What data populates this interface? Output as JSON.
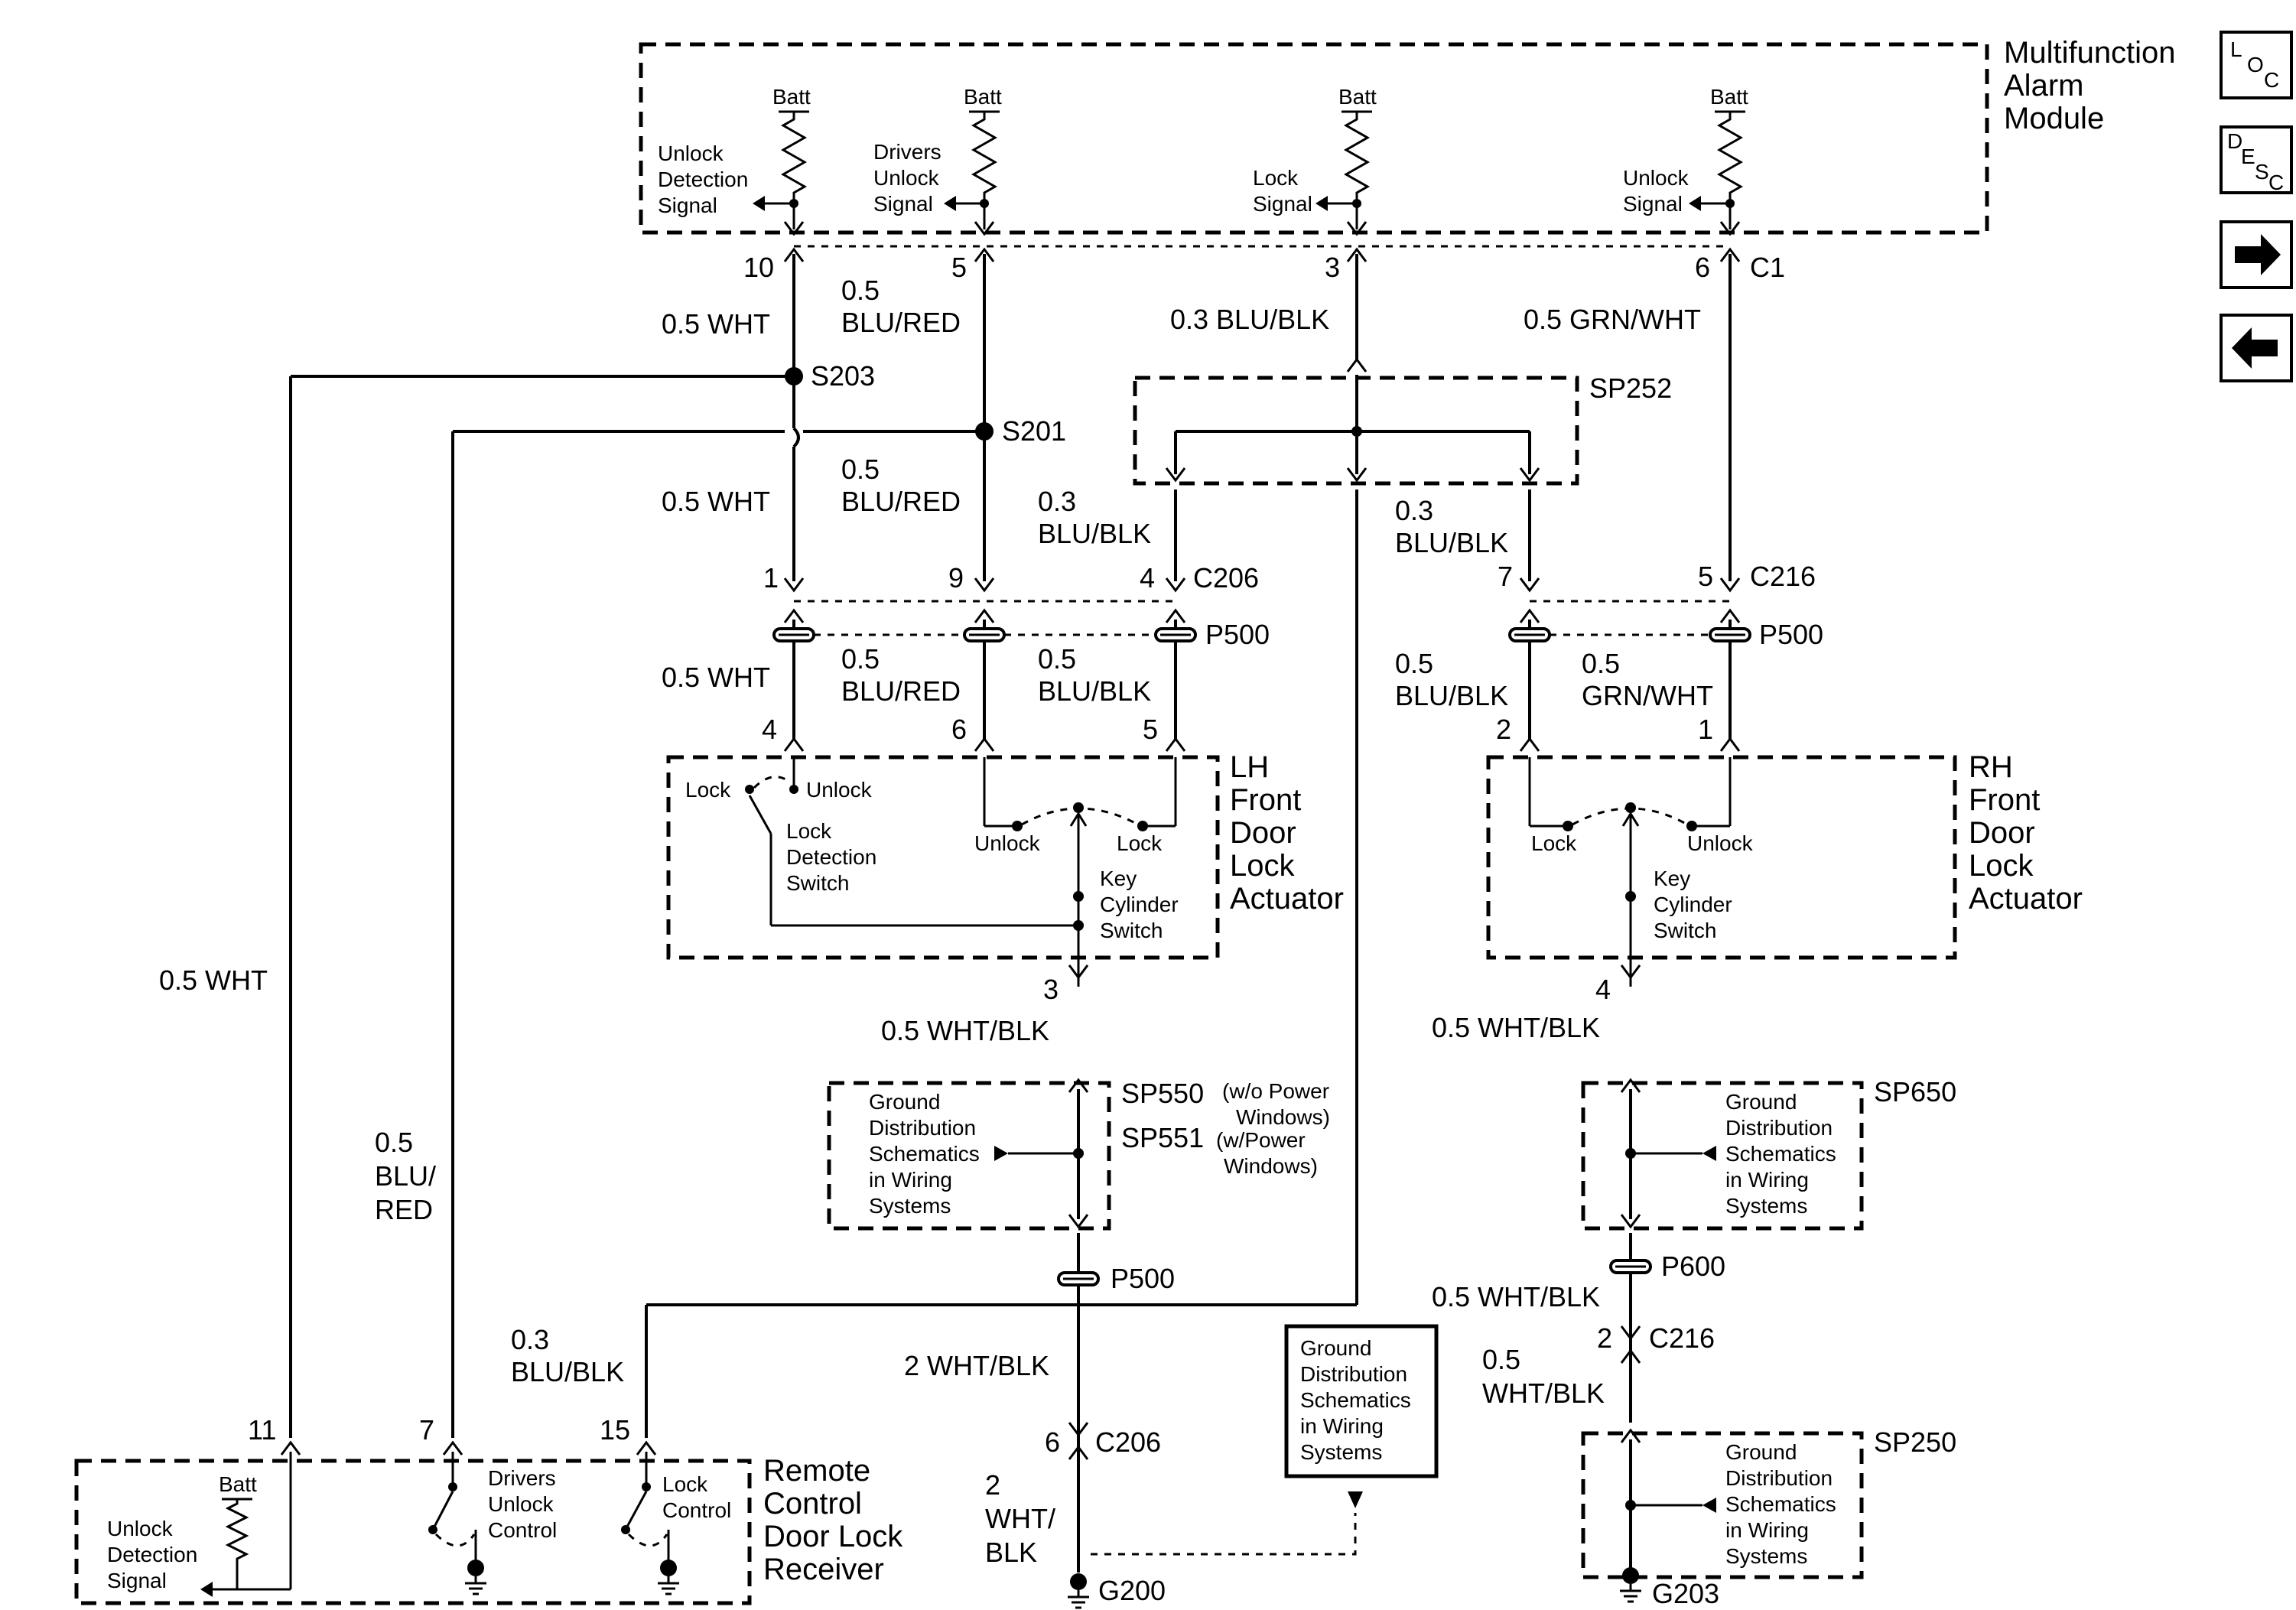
{
  "modules": {
    "mam": {
      "title": [
        "Multifunction",
        "Alarm",
        "Module"
      ]
    },
    "lh_actuator": {
      "title": [
        "LH",
        "Front",
        "Door",
        "Lock",
        "Actuator"
      ]
    },
    "rh_actuator": {
      "title": [
        "RH",
        "Front",
        "Door",
        "Lock",
        "Actuator"
      ]
    },
    "receiver": {
      "title": [
        "Remote",
        "Control",
        "Door Lock",
        "Receiver"
      ]
    }
  },
  "mam_circuits": [
    {
      "supply": "Batt",
      "label": [
        "Unlock",
        "Detection",
        "Signal"
      ],
      "pin": "10"
    },
    {
      "supply": "Batt",
      "label": [
        "Drivers",
        "Unlock",
        "Signal"
      ],
      "pin": "5"
    },
    {
      "supply": "Batt",
      "label": [
        "Lock",
        "Signal"
      ],
      "pin": "3"
    },
    {
      "supply": "Batt",
      "label": [
        "Unlock",
        "Signal"
      ],
      "pin": "6"
    }
  ],
  "connectors": {
    "c1": "C1",
    "c206": "C206",
    "c216": "C216",
    "p500": "P500",
    "p600": "P600",
    "pin_10": "10",
    "pin_5": "5",
    "pin_3": "3",
    "pin_6": "6",
    "c206_pin_1": "1",
    "c206_pin_9": "9",
    "c206_pin_4": "4",
    "c216_pin_7": "7",
    "c216_pin_5": "5",
    "lh_pin_4": "4",
    "lh_pin_6": "6",
    "lh_pin_5": "5",
    "lh_pin_3": "3",
    "rh_pin_2": "2",
    "rh_pin_1": "1",
    "rh_pin_4": "4",
    "c206_pin_6": "6",
    "c216_pin_2": "2",
    "rx_pin_11": "11",
    "rx_pin_7": "7",
    "rx_pin_15": "15"
  },
  "splices": {
    "s203": "S203",
    "s201": "S201",
    "sp252": "SP252",
    "sp550": "SP550",
    "sp550_note": [
      "(w/o Power",
      "Windows)"
    ],
    "sp551": "SP551",
    "sp551_note": [
      "(w/Power",
      "Windows)"
    ],
    "sp650": "SP650",
    "sp250": "SP250"
  },
  "grounds": {
    "g200": "G200",
    "g203": "G203"
  },
  "wires": {
    "wht_05": "0.5 WHT",
    "blu_red_05": [
      "0.5",
      "BLU/RED"
    ],
    "blu_blk_03_top": "0.3 BLU/BLK",
    "grn_wht_05_top": "0.5 GRN/WHT",
    "blu_blk_03": [
      "0.3",
      "BLU/BLK"
    ],
    "blu_blk_05": [
      "0.5",
      "BLU/BLK"
    ],
    "grn_wht_05": [
      "0.5",
      "GRN/WHT"
    ],
    "wht_blk_05": "0.5 WHT/BLK",
    "wht_blk_05_split": [
      "0.5",
      "WHT/BLK"
    ],
    "wht_blk_2": "2 WHT/BLK",
    "wht_blk_2_split": [
      "2",
      "WHT/",
      "BLK"
    ],
    "blu_red_05_long": [
      "0.5",
      "BLU/",
      "RED"
    ]
  },
  "switches": {
    "lock": "Lock",
    "unlock": "Unlock",
    "lock_detection": [
      "Lock",
      "Detection",
      "Switch"
    ],
    "key_cylinder": [
      "Key",
      "Cylinder",
      "Switch"
    ],
    "drivers_unlock_control": [
      "Drivers",
      "Unlock",
      "Control"
    ],
    "lock_control": [
      "Lock",
      "Control"
    ],
    "rx_unlock_detection": [
      "Unlock",
      "Detection",
      "Signal"
    ],
    "rx_batt": "Batt"
  },
  "ground_dist": [
    "Ground",
    "Distribution",
    "Schematics",
    "in Wiring",
    "Systems"
  ],
  "nav": [
    {
      "name": "loc-button",
      "text": "LOC"
    },
    {
      "name": "desc-button",
      "text": "DESC"
    },
    {
      "name": "forward-button",
      "icon": "arrow-right-icon"
    },
    {
      "name": "back-button",
      "icon": "arrow-left-icon"
    }
  ]
}
